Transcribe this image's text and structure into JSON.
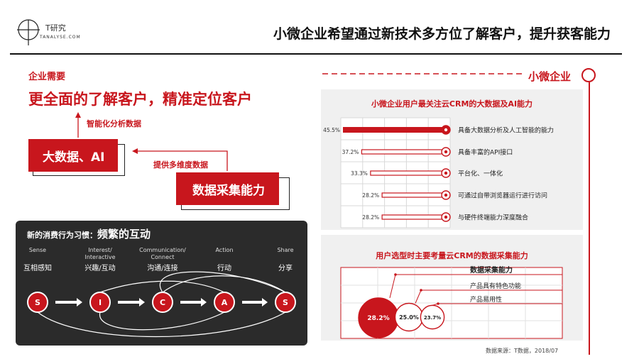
{
  "header": {
    "brand_name": "T研究",
    "brand_sub": "TANALYSE.COM",
    "title": "小微企业希望通过新技术多方位了解客户，提升获客能力"
  },
  "needs": {
    "label": "企业需要",
    "headline": "更全面的了解客户，精准定位客户",
    "smart_label": "智能化分析数据",
    "bigdata_box": "大数据、AI",
    "multi_label": "提供多维度数据",
    "collect_box": "数据采集能力"
  },
  "behavior": {
    "title_prefix": "新的消费行为习惯：",
    "title_strong": "频繁的互动",
    "stages": [
      {
        "en": "Sense",
        "zh": "互相感知",
        "letter": "S"
      },
      {
        "en": "Interest/ Interactive",
        "zh": "兴趣/互动",
        "letter": "I"
      },
      {
        "en": "Communication/ Connect",
        "zh": "沟通/连接",
        "letter": "C"
      },
      {
        "en": "Action",
        "zh": "行动",
        "letter": "A"
      },
      {
        "en": "Share",
        "zh": "分享",
        "letter": "S"
      }
    ]
  },
  "right": {
    "section_title": "小微企业",
    "source": "数据来源：T数据，2018/07"
  },
  "colors": {
    "accent": "#c8161d",
    "dark": "#2b2b2b",
    "panel": "#f0f0f0"
  },
  "chart_data": [
    {
      "type": "bar",
      "title": "小微企业用户最关注云CRM的大数据及AI能力",
      "categories": [
        "具备大数据分析及人工智能的能力",
        "具备丰富的API接口",
        "平台化、一体化",
        "可通过自带浏览器运行进行访问",
        "与硬件终端能力深度融合"
      ],
      "values": [
        45.5,
        37.2,
        33.3,
        28.2,
        28.2
      ],
      "value_labels": [
        "45.5%",
        "37.2%",
        "33.3%",
        "28.2%",
        "28.2%"
      ],
      "icons": [
        "bar-chart-icon",
        "link-icon",
        "share-icon",
        "browser-icon",
        "chip-icon"
      ],
      "xlim": [
        0,
        50
      ],
      "grid": true,
      "orientation": "horizontal"
    },
    {
      "type": "bubble",
      "title": "用户选型时主要考量云CRM的数据采集能力",
      "categories": [
        "数据采集能力",
        "产品具有特色功能",
        "产品易用性"
      ],
      "values": [
        28.2,
        25.0,
        23.7
      ],
      "value_labels": [
        "28.2%",
        "25.0%",
        "23.7%"
      ],
      "grid": true
    }
  ]
}
